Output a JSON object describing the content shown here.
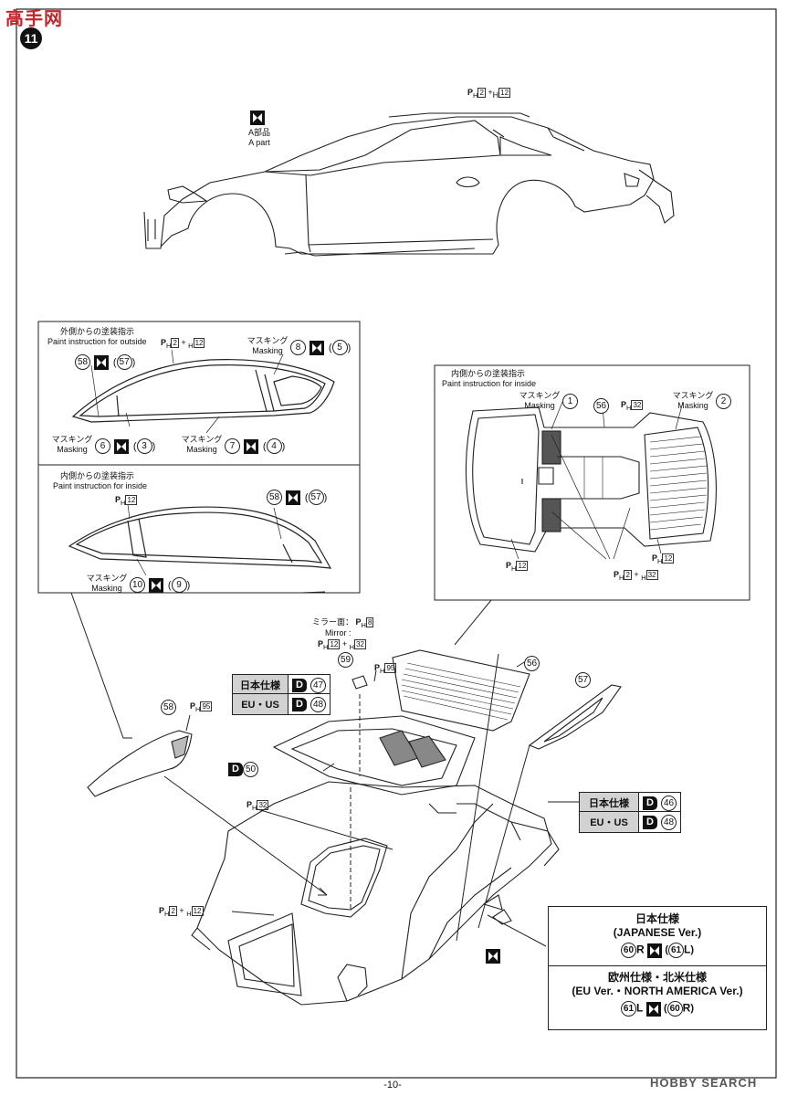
{
  "header": {
    "watermark": "高手网",
    "step_number": "11"
  },
  "top_view": {
    "glue_icon": "cement-icon",
    "a_part_jp": "A部品",
    "a_part_en": "A part",
    "paint_ref": {
      "p": "P",
      "h": "H",
      "c1": "2",
      "plus": "+",
      "c2": "12"
    }
  },
  "panel_outside": {
    "title_jp": "外側からの塗装指示",
    "title_en": "Paint instruction for outside",
    "paint_ref": {
      "c1": "2",
      "c2": "12"
    },
    "masking_top": {
      "jp": "マスキング",
      "en": "Masking",
      "a": "8",
      "b": "5"
    },
    "part": {
      "a": "58",
      "b": "57"
    },
    "masking_left": {
      "jp": "マスキング",
      "en": "Masking",
      "a": "6",
      "b": "3"
    },
    "masking_mid": {
      "jp": "マスキング",
      "en": "Masking",
      "a": "7",
      "b": "4"
    }
  },
  "panel_inside_small": {
    "title_jp": "内側からの塗装指示",
    "title_en": "Paint instruction for inside",
    "paint_ref": {
      "c1": "12"
    },
    "part": {
      "a": "58",
      "b": "57"
    },
    "masking": {
      "jp": "マスキング",
      "en": "Masking",
      "a": "10",
      "b": "9"
    }
  },
  "panel_inside_large": {
    "title_jp": "内側からの塗装指示",
    "title_en": "Paint instruction for inside",
    "masking_left": {
      "jp": "マスキング",
      "en": "Masking",
      "a": "1"
    },
    "part": "56",
    "paint_ref_top": {
      "c1": "32"
    },
    "masking_right": {
      "jp": "マスキング",
      "en": "Masking",
      "a": "2"
    },
    "paint_left": {
      "c1": "12"
    },
    "paint_right": {
      "c1": "12"
    },
    "paint_bottom": {
      "c1": "2",
      "plus": "+",
      "c2": "32"
    }
  },
  "assembly": {
    "mirror_label_jp": "ミラー面：",
    "mirror_label_en": "Mirror :",
    "mirror_ref": {
      "c1": "8"
    },
    "paint_59": {
      "c1": "12",
      "plus": "+",
      "c2": "32"
    },
    "part_59": "59",
    "part_56": "56",
    "part_57": "57",
    "part_58": "58",
    "ref_95a": {
      "c1": "95"
    },
    "ref_95b": {
      "c1": "95"
    },
    "spec_a": [
      {
        "label": "日本仕様",
        "tag": "D",
        "num": "47"
      },
      {
        "label": "EU・US",
        "tag": "D",
        "num": "48"
      }
    ],
    "d50": {
      "tag": "D",
      "num": "50"
    },
    "spec_b": [
      {
        "label": "日本仕様",
        "tag": "D",
        "num": "46"
      },
      {
        "label": "EU・US",
        "tag": "D",
        "num": "48"
      }
    ],
    "ref_32": {
      "c1": "32"
    },
    "ref_bottom": {
      "c1": "2",
      "plus": "+",
      "c2": "12"
    }
  },
  "spec_box": {
    "jp_title": "日本仕様",
    "jp_sub": "(JAPANESE Ver.)",
    "jp_parts": {
      "a": "60",
      "a_side": "R",
      "b": "61",
      "b_side": "L"
    },
    "eu_title": "欧州仕様・北米仕様",
    "eu_sub": "(EU Ver.・NORTH AMERICA Ver.)",
    "eu_parts": {
      "a": "61",
      "a_side": "L",
      "b": "60",
      "b_side": "R"
    }
  },
  "footer": {
    "page": "-10-",
    "brand": "HOBBY SEARCH"
  }
}
